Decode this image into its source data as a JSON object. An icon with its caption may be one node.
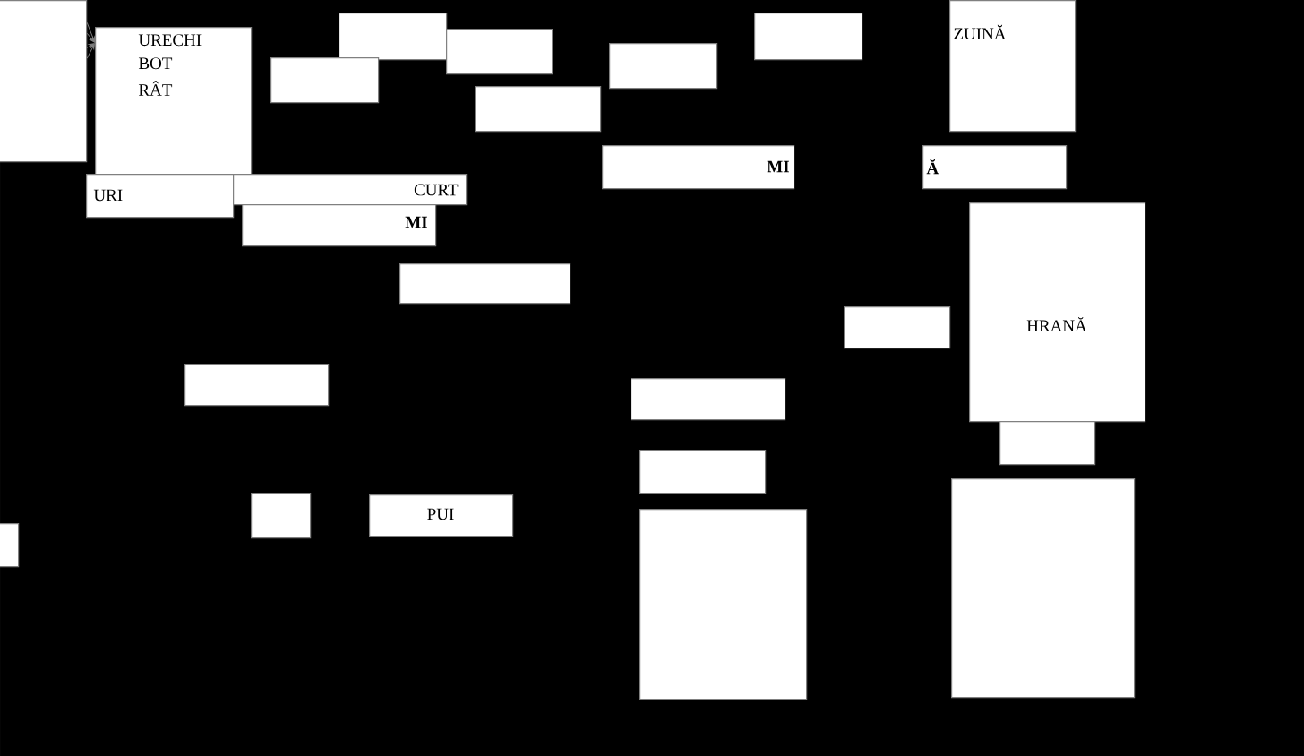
{
  "diagram": {
    "nodes": [
      {
        "text": [],
        "shape": "box"
      },
      {
        "text": [
          "URECHI",
          "BOT",
          "RÂT"
        ]
      },
      {
        "text": [],
        "shape": "box"
      },
      {
        "text": [],
        "shape": "box"
      },
      {
        "text": [],
        "shape": "box"
      },
      {
        "text": [],
        "shape": "box"
      },
      {
        "text": [
          "URI"
        ]
      },
      {
        "text": [
          "CURT"
        ]
      },
      {
        "text": [
          "MI"
        ]
      },
      {
        "text": [],
        "shape": "box"
      },
      {
        "text": [],
        "shape": "box"
      },
      {
        "text": [],
        "shape": "box"
      },
      {
        "text": [
          "ZUINĂ"
        ]
      },
      {
        "text": [
          "MI"
        ]
      },
      {
        "text": [
          "Ă"
        ]
      },
      {
        "text": [
          "HRANĂ"
        ]
      },
      {
        "text": [],
        "shape": "box"
      },
      {
        "text": [],
        "shape": "box"
      },
      {
        "text": [],
        "shape": "box"
      },
      {
        "text": [],
        "shape": "box"
      },
      {
        "text": [],
        "shape": "box"
      },
      {
        "text": [],
        "shape": "box"
      },
      {
        "text": [],
        "shape": "box"
      },
      {
        "text": [
          "PUI"
        ]
      },
      {
        "text": [],
        "shape": "box"
      },
      {
        "text": [],
        "shape": "box"
      }
    ],
    "edges": [
      {
        "from": 0,
        "to": 1,
        "arrow": "to"
      },
      {
        "from": 0,
        "to": 1,
        "arrow": "to"
      },
      {
        "from": 0,
        "to": 1,
        "arrow": "to"
      },
      {
        "from": 0,
        "to": 1,
        "arrow": "to"
      }
    ]
  }
}
